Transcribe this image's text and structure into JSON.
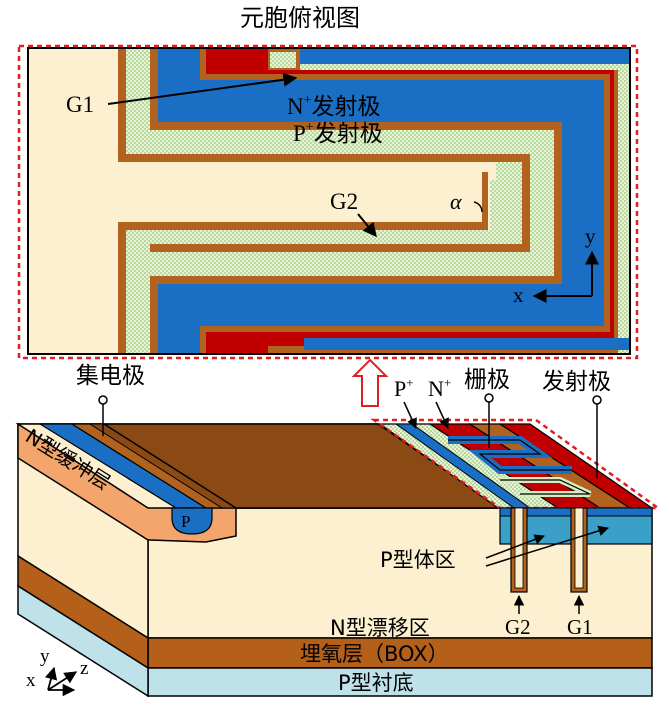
{
  "title": "元胞俯视图",
  "top_view": {
    "labels": {
      "g1": "G1",
      "n_plus_prefix": "N",
      "n_plus_sup": "+",
      "n_plus_emitter": "发射极",
      "p_plus_prefix": "P",
      "p_plus_sup": "+",
      "p_plus_emitter": "发射极",
      "g2": "G2",
      "alpha": "α",
      "axis_y": "y",
      "axis_x": "x"
    }
  },
  "cross_section": {
    "labels": {
      "collector": "集电极",
      "p_plus_prefix": "P",
      "p_plus_sup": "+",
      "n_plus_prefix": "N",
      "n_plus_sup": "+",
      "gate": "栅极",
      "emitter": "发射极",
      "n_buffer": "N型缓冲层",
      "p_small": "P",
      "p_body": "P型体区",
      "n_drift": "N型漂移区",
      "g2": "G2",
      "g1": "G1",
      "box": "埋氧层（BOX）",
      "p_substrate": "P型衬底",
      "axis_y": "y",
      "axis_x": "x",
      "axis_z": "z"
    }
  },
  "colors": {
    "n_plus": "#c00000",
    "p_plus": "#1a6fc4",
    "gate_oxide": "#b0621e",
    "pattern_fill": "#d6ecc2",
    "drift": "#fdf0d0",
    "metal": "#8b4a14",
    "box": "#b45f1a",
    "substrate": "#bfe2ea",
    "buffer": "#f3a56b",
    "dashed_border": "#e02020"
  }
}
